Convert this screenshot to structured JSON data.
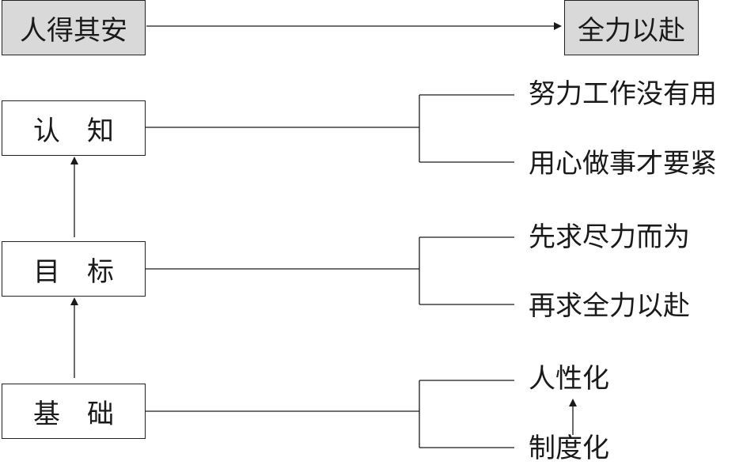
{
  "top": {
    "left_label": "人得其安",
    "right_label": "全力以赴"
  },
  "levels": [
    {
      "box_label": "认　知",
      "outcomes": [
        "努力工作没有用",
        "用心做事才要紧"
      ]
    },
    {
      "box_label": "目　标",
      "outcomes": [
        "先求尽力而为",
        "再求全力以赴"
      ]
    },
    {
      "box_label": "基　础",
      "outcomes": [
        "人性化",
        "制度化"
      ]
    }
  ],
  "colors": {
    "gray_box": "#d9d9d9",
    "line": "#1a1a1a"
  }
}
